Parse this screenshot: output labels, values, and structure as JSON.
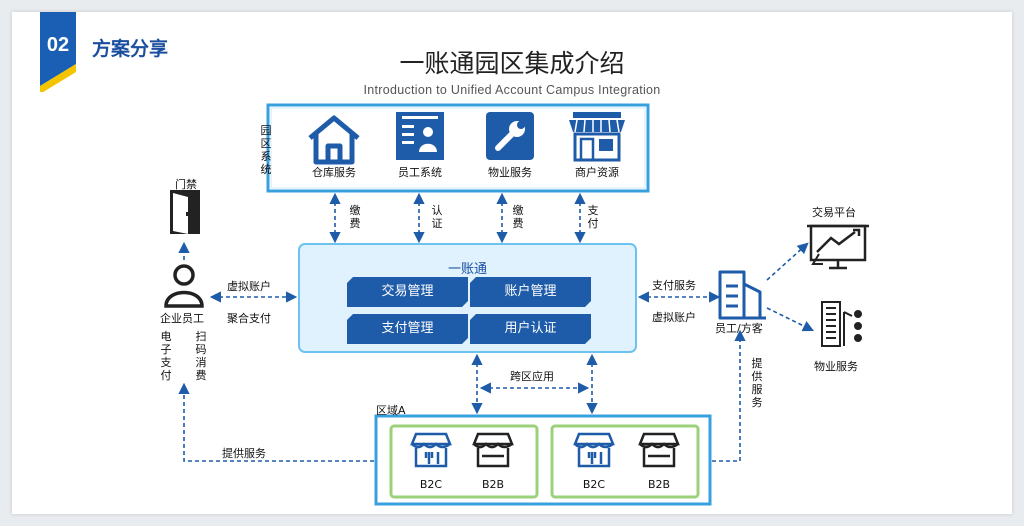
{
  "header": {
    "section_number": "02",
    "section_title": "方案分享",
    "title": "一账通园区集成介绍",
    "subtitle": "Introduction to Unified Account Campus Integration"
  },
  "park_systems": {
    "label": "园区系统",
    "items": [
      {
        "label": "仓库服务",
        "icon": "warehouse-house-icon"
      },
      {
        "label": "员工系统",
        "icon": "employee-system-icon"
      },
      {
        "label": "物业服务",
        "icon": "wrench-icon"
      },
      {
        "label": "商户资源",
        "icon": "storefront-icon"
      }
    ]
  },
  "vertical_links": {
    "pay_fee_1": "缴费",
    "auth": "认证",
    "pay_fee_2": "缴费",
    "payment": "支付"
  },
  "core": {
    "title": "一账通",
    "modules": {
      "trade": "交易管理",
      "account": "账户管理",
      "payment": "支付管理",
      "auth": "用户认证"
    }
  },
  "left_side": {
    "door_label": "门禁",
    "user_label": "企业员工",
    "virtual_account": "虚拟账户",
    "aggregate_payment": "聚合支付",
    "e_payment": "电子支付",
    "scan_pay": "扫码消费",
    "provide_service": "提供服务"
  },
  "right_side": {
    "payment_service": "支付服务",
    "virtual_account": "虚拟账户",
    "staff_guest": "员工/方客",
    "provide_service": "提供服务",
    "trading_platform": "交易平台",
    "property_service": "物业服务"
  },
  "regions": {
    "cross_region": "跨区应用",
    "region_a": "区域A",
    "shops": [
      "B2C",
      "B2B",
      "B2C",
      "B2B"
    ]
  },
  "colors": {
    "brand_blue": "#1a4fa0",
    "frame_blue": "#39a0e0",
    "module_blue": "#1e5ba8",
    "core_bg": "#dff2fd",
    "green_frame": "#9bd17a",
    "badge_yellow": "#f5c400"
  }
}
